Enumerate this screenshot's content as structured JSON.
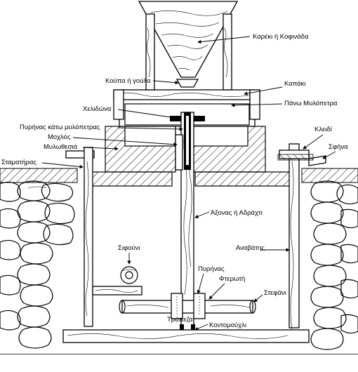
{
  "labels": {
    "hopper": "Καρέκι ή Κοφινάδα",
    "cup": "Κούπα ή γούλα",
    "lid": "Καπάκι",
    "upper_stone": "Πάνω Μυλόπετρα",
    "swallow": "Χελιδώνα",
    "lower_stone_core": "Πυρήνας κάτω μυλόπετρας",
    "lever": "Μοχλός",
    "mill_seat": "Μυλωθεσιά",
    "key": "Κλειδί",
    "wedge": "Σφήνα",
    "stopper": "Σταματήρας",
    "axle": "Άξονας ή Αδράχτι",
    "siphon": "Σιφούνι",
    "riser": "Αναβάτης",
    "core": "Πυρήνας",
    "vane": "Φτερωτή",
    "wreath": "Στεφάνι",
    "table": "Τράπεζα",
    "short_pivot": "Κοντομούχλι"
  },
  "colors": {
    "ink": "#000000",
    "paper": "#ffffff"
  }
}
